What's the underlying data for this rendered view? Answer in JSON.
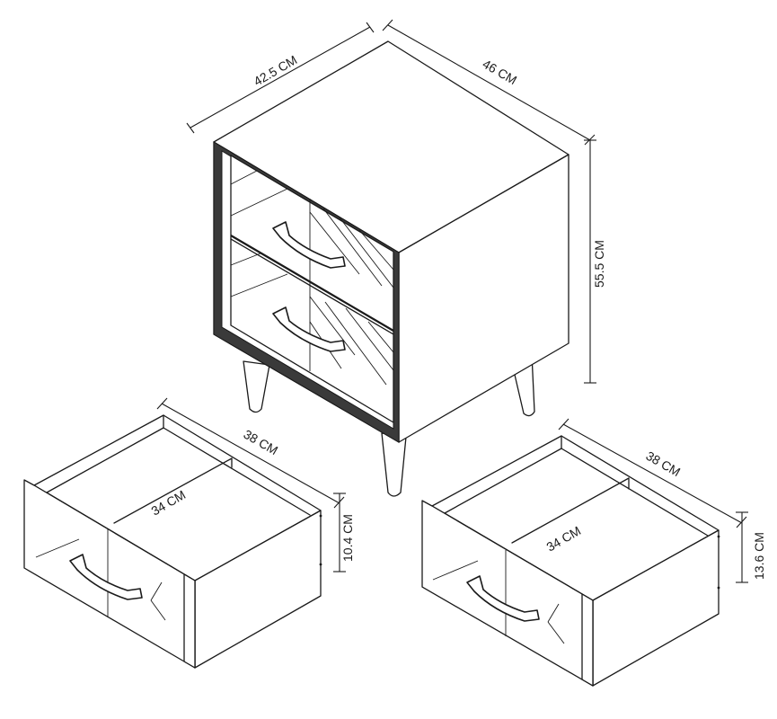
{
  "dimensions": {
    "cabinet_width": "42.5 CM",
    "cabinet_depth": "46 CM",
    "cabinet_height": "55.5 CM",
    "drawer1_depth": "38 CM",
    "drawer1_width": "34 CM",
    "drawer1_height": "10.4 CM",
    "drawer2_depth": "38 CM",
    "drawer2_width": "34 CM",
    "drawer2_height": "13.6 CM"
  }
}
